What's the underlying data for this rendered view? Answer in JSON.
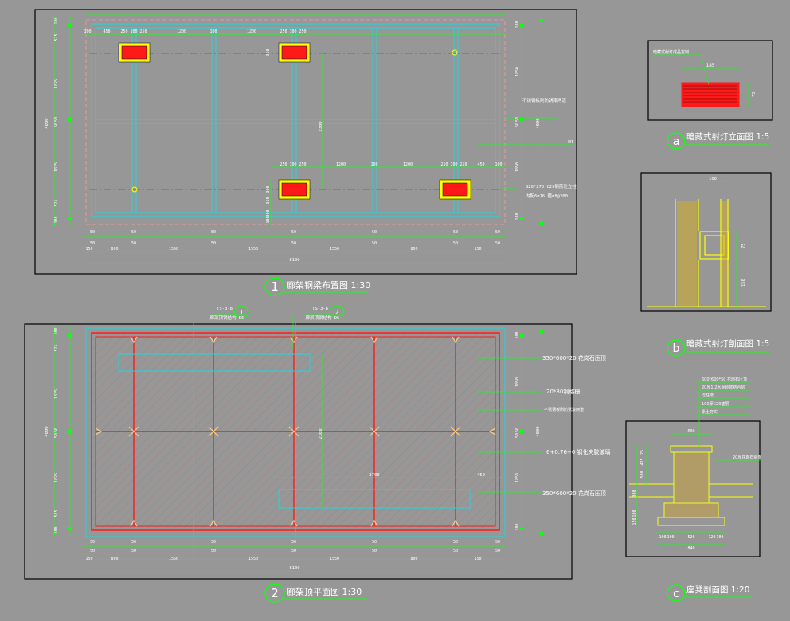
{
  "drawings": {
    "plan1": {
      "title_num": "1",
      "title": "廊架钢梁布置图 1:30",
      "top_dims": [
        "100",
        "450",
        "250",
        "100",
        "250",
        "1200",
        "100",
        "1200",
        "250",
        "100",
        "250"
      ],
      "right_dims_top": "100",
      "left_dims": [
        "100",
        "525",
        "1825",
        "50",
        "50",
        "1825",
        "525",
        "100"
      ],
      "left_total": "4000",
      "right_dims": [
        "100",
        "1850",
        "50",
        "50",
        "1850",
        "100"
      ],
      "right_total": "4000",
      "center_dim": "2300",
      "mid_dims": [
        "250",
        "100",
        "250",
        "1200",
        "100",
        "1200",
        "250",
        "100",
        "250",
        "450",
        "100"
      ],
      "bottom_row1": [
        "50",
        "50",
        "50",
        "50",
        "50",
        "50",
        "50"
      ],
      "bottom_row2": [
        "150",
        "800",
        "1550",
        "1550",
        "1550",
        "800",
        "150"
      ],
      "bottom_total": "8100",
      "vert_small": [
        "350",
        "300",
        "350",
        "300",
        "100"
      ],
      "notes": [
        "不锈钢板刷防锈漆两道",
        "M1",
        "S20*270 C25钢筋砼立柱",
        "内配6∅16,箍∅8@200"
      ],
      "vdims_right": [
        "100",
        "100"
      ]
    },
    "plan2": {
      "title_num": "2",
      "title": "廊架顶平面图 1:30",
      "callout1_code": "TS-3-8",
      "callout1_num": "1",
      "callout1_sub": "D6",
      "callout1_note": "廊架顶钢结构",
      "callout2_code": "TS-3-8",
      "callout2_num": "2",
      "callout2_sub": "D6",
      "callout2_note": "廊架顶钢结构",
      "notes": [
        "350*600*20 花岗石压顶",
        "20*80钢格栅",
        "不锈钢板刷防锈漆两道",
        "6+0.76+6 钢化夹胶玻璃",
        "350*600*20 花岗石压顶"
      ],
      "left_dims": [
        "100",
        "525",
        "1825",
        "50",
        "50",
        "1825",
        "525",
        "100"
      ],
      "left_total": "4000",
      "right_dims": [
        "100",
        "1850",
        "50",
        "50",
        "1850",
        "100"
      ],
      "right_total": "4000",
      "center_dim": "2300",
      "dim_450": "450",
      "dim_100": "100",
      "dim_3700": "3700",
      "bottom_row1": [
        "50",
        "50",
        "50",
        "50",
        "50",
        "50",
        "50"
      ],
      "bottom_row2": [
        "150",
        "800",
        "1550",
        "1550",
        "1550",
        "800",
        "150"
      ],
      "bottom_total": "8100"
    },
    "detail_a": {
      "title_num": "a",
      "title": "暗藏式射灯立面图 1:5",
      "dim_w": "185",
      "dim_h": "75",
      "note": "暗藏式射灯成品定制"
    },
    "detail_b": {
      "title_num": "b",
      "title": "暗藏式射灯剖面图 1:5",
      "dim_top": "100",
      "dim_h1": "75",
      "dim_h2": "150"
    },
    "detail_c": {
      "title_num": "c",
      "title": "座凳剖面图 1:20",
      "layers": [
        "600*600*50 花岗石压顶",
        "20厚1:2水泥砂浆结合层",
        "砼柱墩",
        "100厚C20垫层",
        "素土夯实"
      ],
      "dim_top": "600",
      "side_note": "20厚花岗石贴面",
      "dims_left": [
        "75",
        "425",
        "500",
        "300",
        "100",
        "150"
      ],
      "dims_bottom": [
        "100",
        "100",
        "520",
        "120",
        "100"
      ],
      "dim_total": "840"
    }
  },
  "colors": {
    "bg": "#979797",
    "frame": "#000000",
    "cyan": "#21d4dd",
    "green": "#10ff10",
    "red": "#ff1a1a",
    "yellow": "#ffff00",
    "white": "#ffffff",
    "pink": "#ff9b9b",
    "hatch": "#b06060"
  }
}
